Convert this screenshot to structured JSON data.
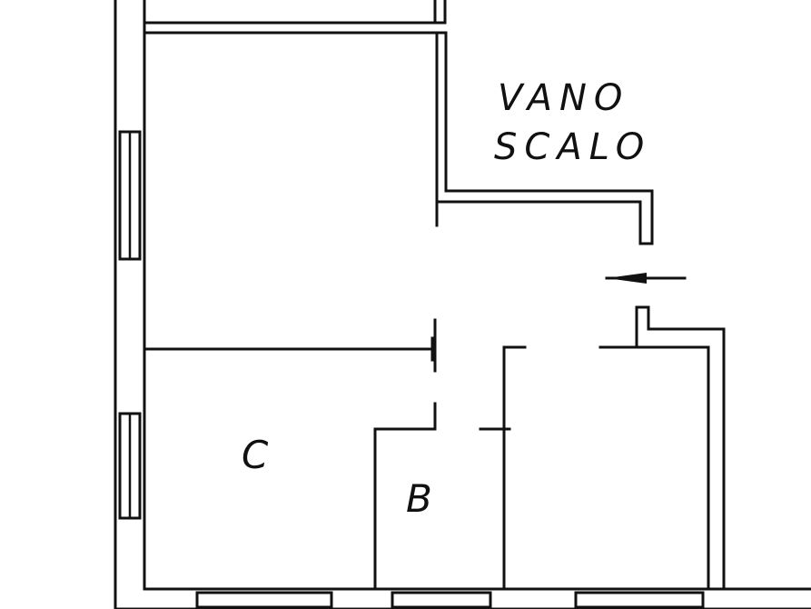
{
  "labels": {
    "stair_area_line1": "VANO",
    "stair_area_line2": "SCALO",
    "room_c": "C",
    "room_b": "B"
  },
  "colors": {
    "ink": "#111111",
    "paper": "#ffffff"
  }
}
